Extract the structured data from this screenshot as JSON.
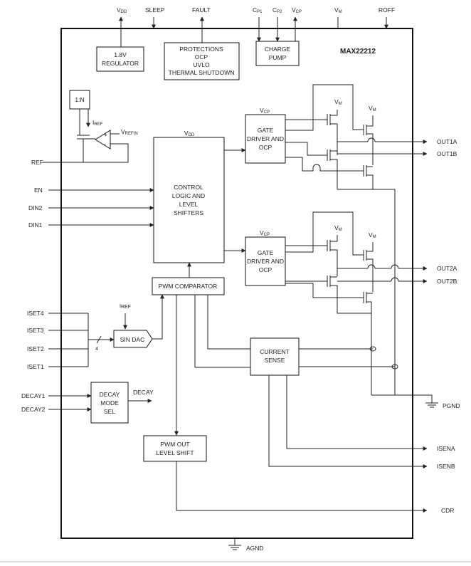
{
  "chip": {
    "part_number": "MAX22212"
  },
  "top_pins": {
    "vdd": {
      "main": "V",
      "sub": "DD"
    },
    "sleep": "SLEEP",
    "fault": "FAULT",
    "cp1": {
      "main": "C",
      "sub": "P1"
    },
    "cp2": {
      "main": "C",
      "sub": "P2"
    },
    "vcp": {
      "main": "V",
      "sub": "CP"
    },
    "vm": {
      "main": "V",
      "sub": "M"
    },
    "roff": "ROFF"
  },
  "left_pins": {
    "ref": "REF",
    "en": "EN",
    "din2": "DIN2",
    "din1": "DIN1",
    "iset4": "ISET4",
    "iset3": "ISET3",
    "iset2": "ISET2",
    "iset1": "ISET1",
    "decay1": "DECAY1",
    "decay2": "DECAY2"
  },
  "right_pins": {
    "out1a": "OUT1A",
    "out1b": "OUT1B",
    "out2a": "OUT2A",
    "out2b": "OUT2B",
    "pgnd": "PGND",
    "isena": "ISENA",
    "isenb": "ISENB",
    "cdr": "CDR"
  },
  "bottom_pins": {
    "agnd": "AGND"
  },
  "blocks": {
    "regulator": [
      "1.8V",
      "REGULATOR"
    ],
    "protections": [
      "PROTECTIONS",
      "OCP",
      "UVLO",
      "THERMAL SHUTDOWN"
    ],
    "charge_pump": [
      "CHARGE",
      "PUMP"
    ],
    "ratio": "1:N",
    "control": [
      "CONTROL",
      "LOGIC AND",
      "LEVEL",
      "SHIFTERS"
    ],
    "gate_driver": [
      "GATE",
      "DRIVER AND",
      "OCP"
    ],
    "pwm_comparator": "PWM COMPARATOR",
    "sin_dac": "SIN DAC",
    "current_sense": [
      "CURRENT",
      "SENSE"
    ],
    "decay_mode": [
      "DECAY",
      "MODE",
      "SEL"
    ],
    "pwm_out": [
      "PWM OUT",
      "LEVEL SHIFT"
    ]
  },
  "labels": {
    "iref": {
      "main": "I",
      "sub": "REF"
    },
    "vrefin": {
      "main": "V",
      "sub": "REFIN"
    },
    "vdd_in": {
      "main": "V",
      "sub": "DD"
    },
    "vcp_in": {
      "main": "V",
      "sub": "CP"
    },
    "vm_fet": {
      "main": "V",
      "sub": "M"
    },
    "decay_out": "DECAY",
    "bus_width": "4",
    "plus": "+",
    "minus": "-"
  }
}
